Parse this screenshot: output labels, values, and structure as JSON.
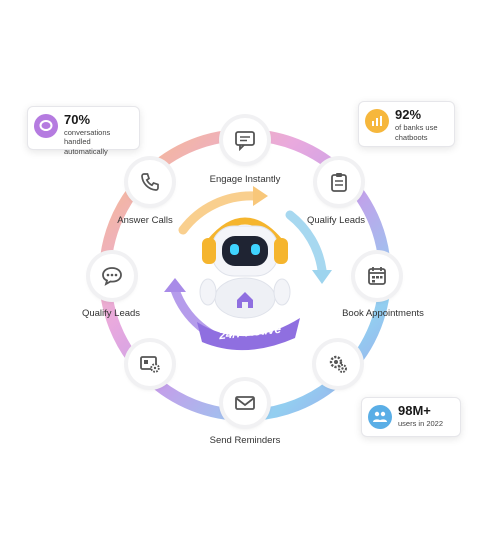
{
  "center": {
    "badge_text": "24/7 Active"
  },
  "nodes": [
    {
      "label": "Engage Instantly",
      "icon": "chat-bubble-icon"
    },
    {
      "label": "Qualify Leads",
      "icon": "clipboard-list-icon"
    },
    {
      "label": "Book Appointments",
      "icon": "calendar-icon"
    },
    {
      "label": "",
      "icon": "settings-gear-icon"
    },
    {
      "label": "Send Reminders",
      "icon": "envelope-icon"
    },
    {
      "label": "",
      "icon": "monitor-settings-icon"
    },
    {
      "label": "Qualify Leads",
      "icon": "speech-bubble-dots-icon"
    },
    {
      "label": "Answer Calls",
      "icon": "phone-icon"
    }
  ],
  "stats": [
    {
      "value": "70%",
      "desc_line1": "conversations handled",
      "desc_line2": "automatically",
      "icon": "chat-icon",
      "color": "#b57be0"
    },
    {
      "value": "92%",
      "desc_line1": "of banks use",
      "desc_line2": "chatboots",
      "icon": "bar-chart-icon",
      "color": "#f6b73c"
    },
    {
      "value": "98M+",
      "desc_line1": "users in 2022",
      "desc_line2": "",
      "icon": "users-icon",
      "color": "#5aaee6"
    }
  ],
  "colors": {
    "ring_orange": "#f8b26a",
    "ring_purple": "#b98ee6",
    "ring_blue": "#7fc6ee",
    "robot_accent": "#f5b52e",
    "robot_eyes": "#3fd4ff",
    "badge_purple": "#8f6fe0"
  }
}
